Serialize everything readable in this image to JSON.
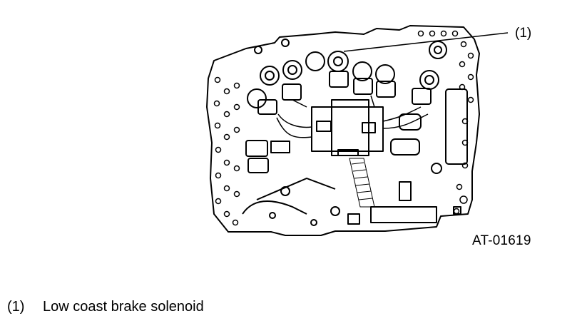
{
  "figure": {
    "callout_label": "(1)",
    "figure_id": "AT-01619"
  },
  "legend": {
    "items": [
      {
        "number": "(1)",
        "text": "Low coast brake solenoid"
      }
    ]
  }
}
